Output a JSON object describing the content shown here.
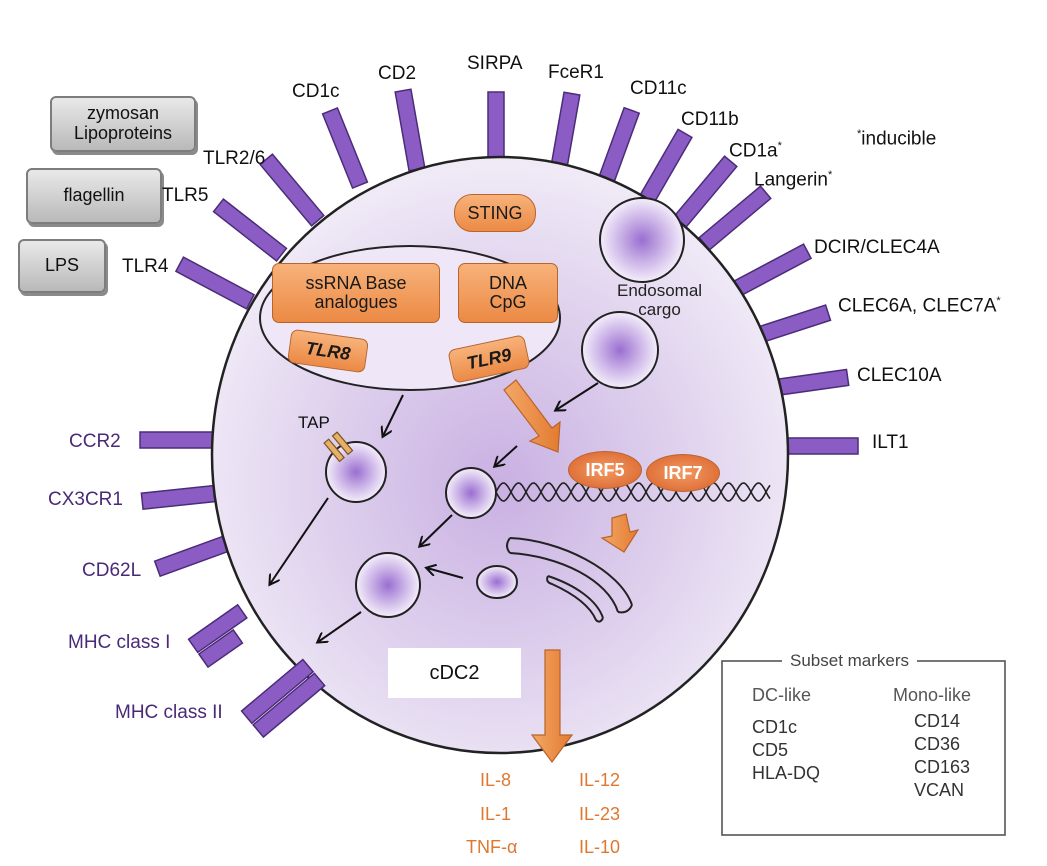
{
  "ligands": {
    "zymosan": [
      "zymosan",
      "Lipoproteins"
    ],
    "flagellin": "flagellin",
    "lps": "LPS"
  },
  "receptors_top": {
    "tlr2_6": "TLR2/6",
    "tlr5": "TLR5",
    "tlr4": "TLR4",
    "cd1c": "CD1c",
    "cd2": "CD2",
    "sirpa": "SIRPA",
    "fcer1": "FceR1",
    "cd11c": "CD11c",
    "cd11b": "CD11b",
    "cd1a": "CD1a",
    "langerin": "Langerin",
    "inducible_note": "inducible",
    "asterisk": "*"
  },
  "receptors_right": {
    "dcir": "DCIR/CLEC4A",
    "clec6a": "CLEC6A, CLEC7A",
    "clec10a": "CLEC10A",
    "ilt1": "ILT1"
  },
  "receptors_left": {
    "ccr2": "CCR2",
    "cx3cr1": "CX3CR1",
    "cd62l": "CD62L",
    "mhc1": "MHC class I",
    "mhc2": "MHC class II"
  },
  "internal": {
    "sting": "STING",
    "ssrna": [
      "ssRNA Base",
      "analogues"
    ],
    "dna": [
      "DNA",
      "CpG"
    ],
    "tlr8": "TLR8",
    "tlr9": "TLR9",
    "endosomal": [
      "Endosomal",
      "cargo"
    ],
    "tap": "TAP",
    "irf5": "IRF5",
    "irf7": "IRF7",
    "cell_name": "cDC2"
  },
  "cytokines": {
    "left": [
      "IL-8",
      "IL-1",
      "TNF-α"
    ],
    "right": [
      "IL-12",
      "IL-23",
      "IL-10"
    ]
  },
  "legend": {
    "title": "Subset markers",
    "dc_like": {
      "header": "DC-like",
      "items": [
        "CD1c",
        "CD5",
        "HLA-DQ"
      ]
    },
    "mono_like": {
      "header": "Mono-like",
      "items": [
        "CD14",
        "CD36",
        "CD163",
        "VCAN"
      ]
    }
  },
  "colors": {
    "receptor_purple": "#8a5cc4",
    "cell_fill": "#e3d6ef",
    "orange": "#ec8a45",
    "cytokine_text": "#e0772f",
    "label_purple": "#4a2a78"
  }
}
